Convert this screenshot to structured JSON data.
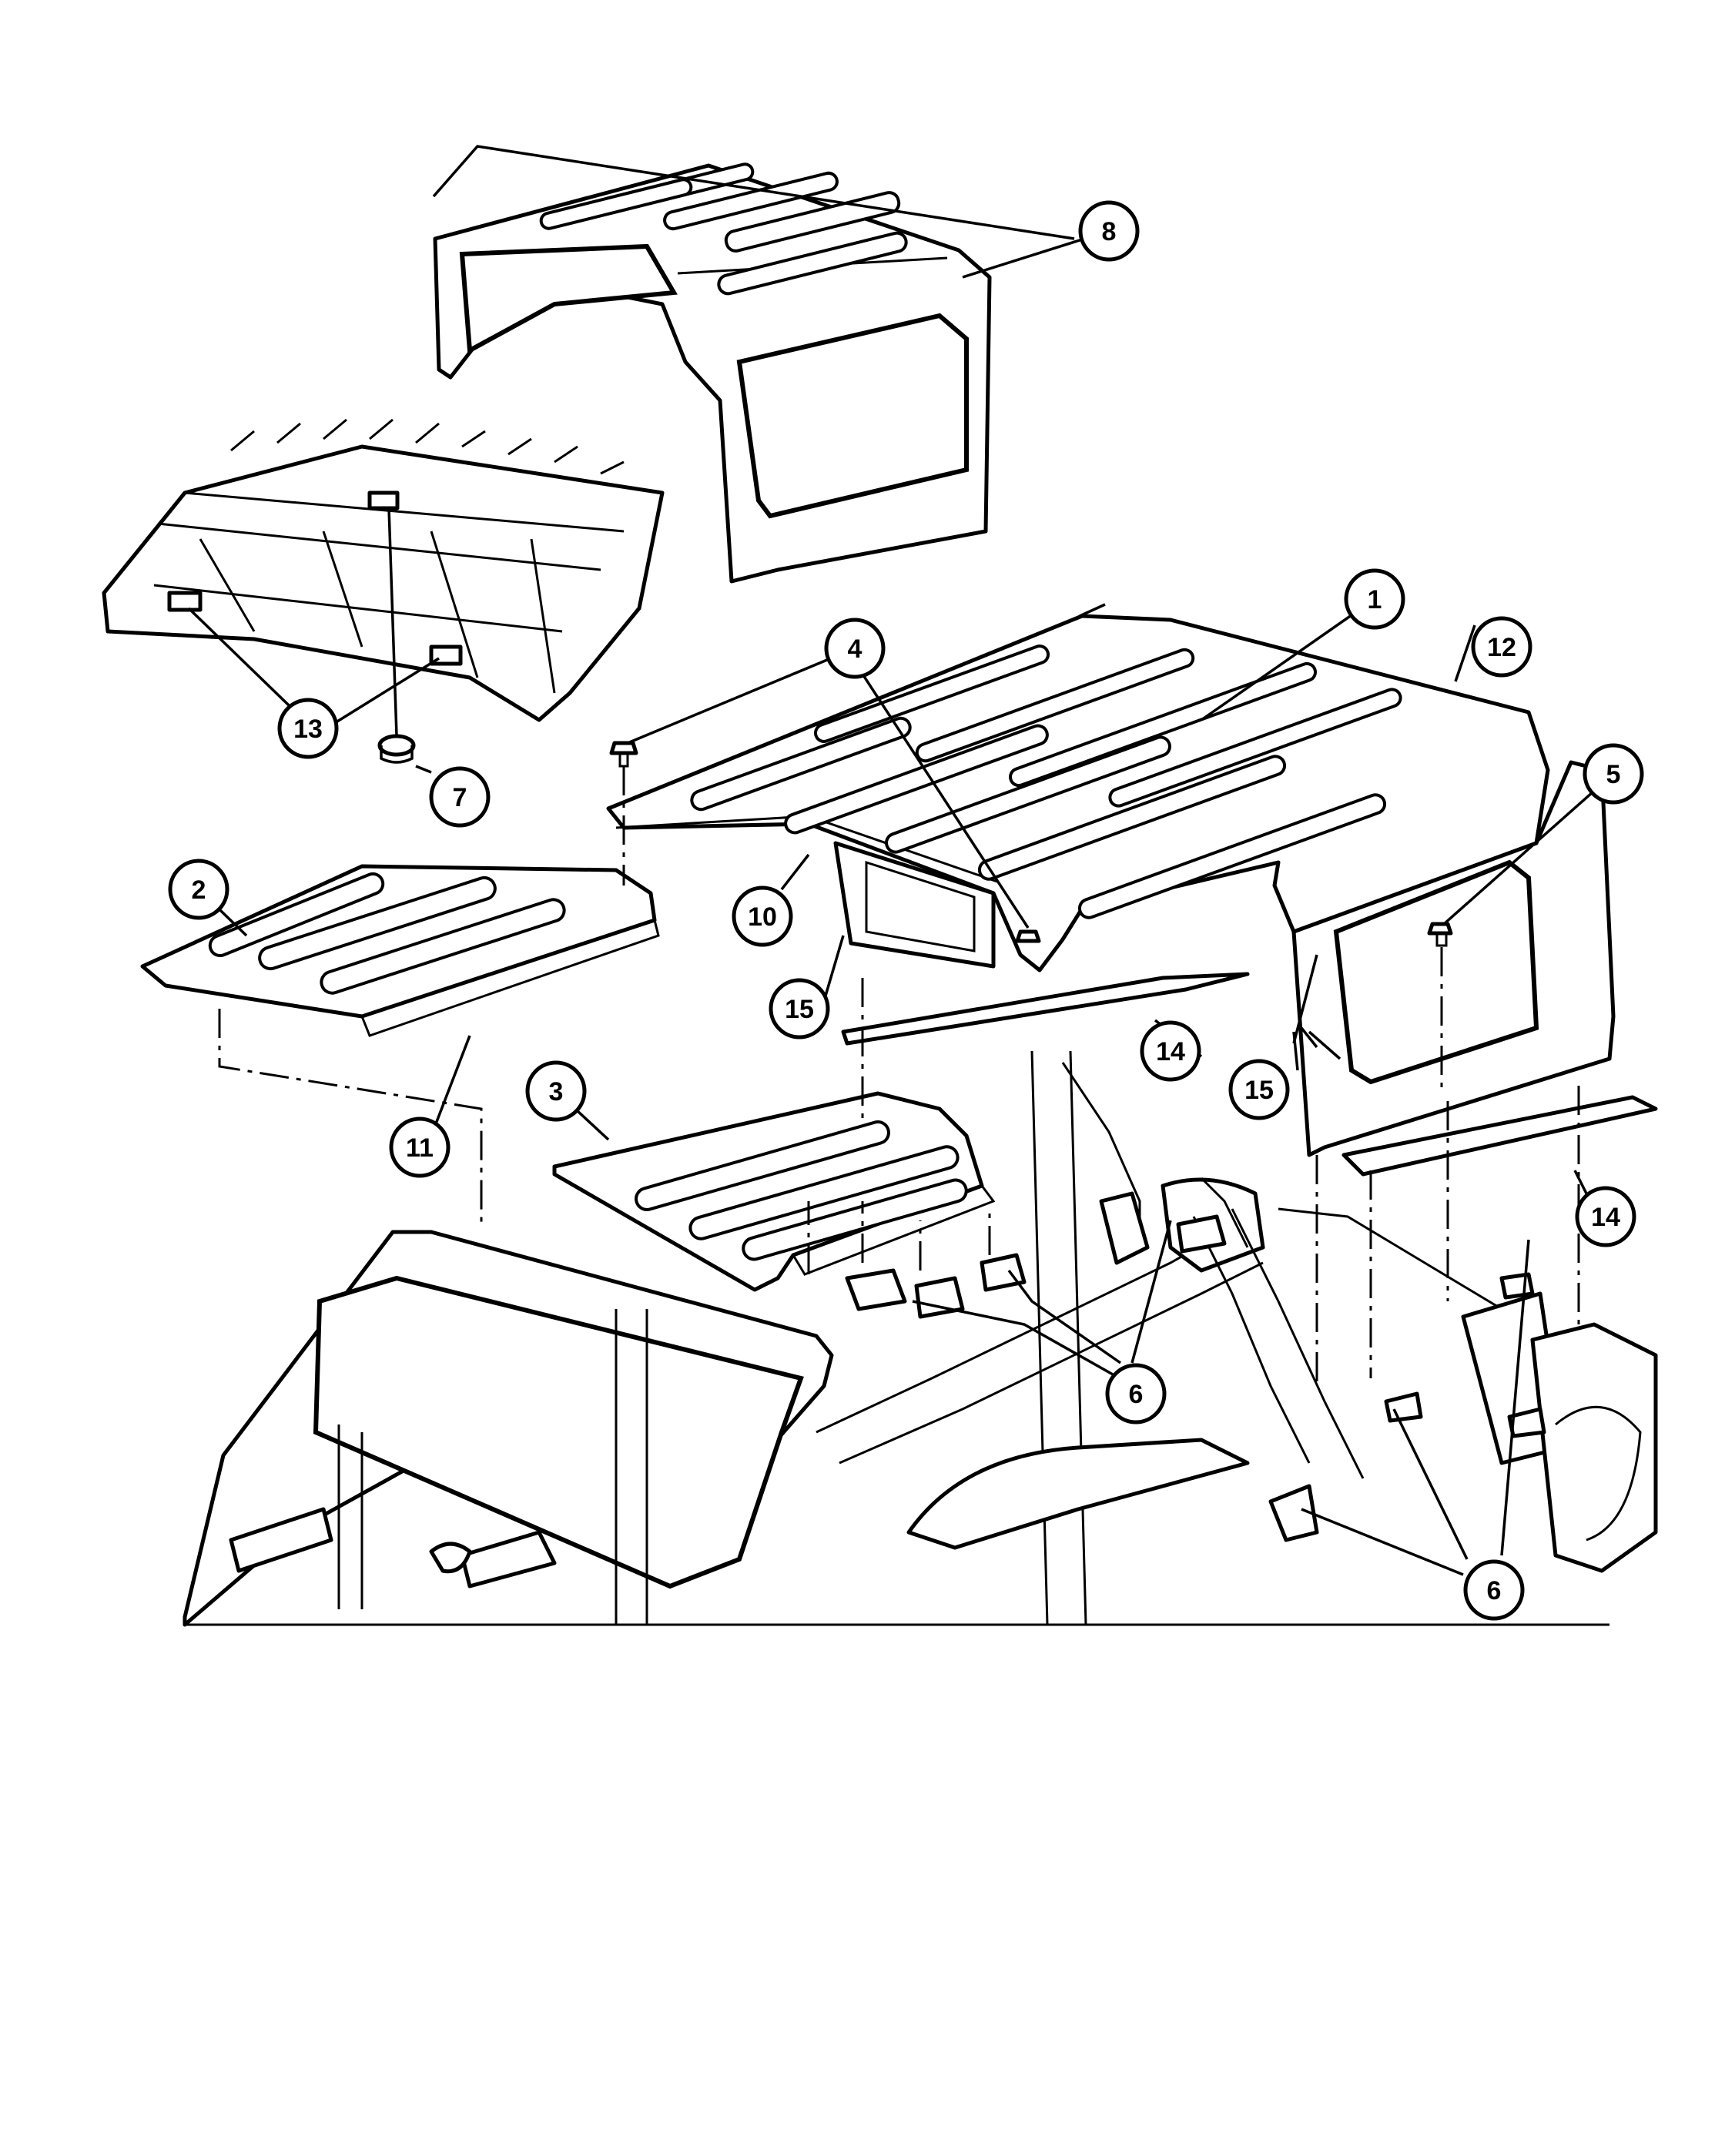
{
  "colors": {
    "line": "#000000",
    "background": "#ffffff"
  },
  "callouts": [
    {
      "id": "c1",
      "label": "1"
    },
    {
      "id": "c2",
      "label": "2"
    },
    {
      "id": "c3",
      "label": "3"
    },
    {
      "id": "c4",
      "label": "4"
    },
    {
      "id": "c5",
      "label": "5"
    },
    {
      "id": "c6a",
      "label": "6"
    },
    {
      "id": "c6b",
      "label": "6"
    },
    {
      "id": "c7",
      "label": "7"
    },
    {
      "id": "c8",
      "label": "8"
    },
    {
      "id": "c10",
      "label": "10"
    },
    {
      "id": "c11",
      "label": "11"
    },
    {
      "id": "c12",
      "label": "12"
    },
    {
      "id": "c13",
      "label": "13"
    },
    {
      "id": "c14a",
      "label": "14"
    },
    {
      "id": "c14b",
      "label": "14"
    },
    {
      "id": "c15a",
      "label": "15"
    },
    {
      "id": "c15b",
      "label": "15"
    }
  ]
}
